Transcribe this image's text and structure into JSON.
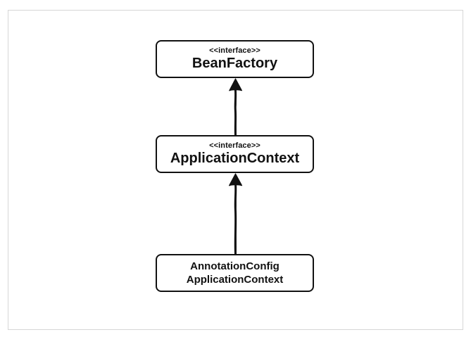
{
  "diagram": {
    "nodes": [
      {
        "id": "bean_factory",
        "stereotype": "<<interface>>",
        "name": "BeanFactory"
      },
      {
        "id": "application_context",
        "stereotype": "<<interface>>",
        "name": "ApplicationContext"
      },
      {
        "id": "annotation_config_application_context",
        "name_line1": "AnnotationConfig",
        "name_line2": "ApplicationContext"
      }
    ],
    "edges": [
      {
        "from": "application_context",
        "to": "bean_factory",
        "type": "inheritance"
      },
      {
        "from": "annotation_config_application_context",
        "to": "application_context",
        "type": "inheritance"
      }
    ],
    "colors": {
      "stroke": "#111111",
      "frame": "#d6d6d6",
      "background": "#ffffff"
    }
  }
}
